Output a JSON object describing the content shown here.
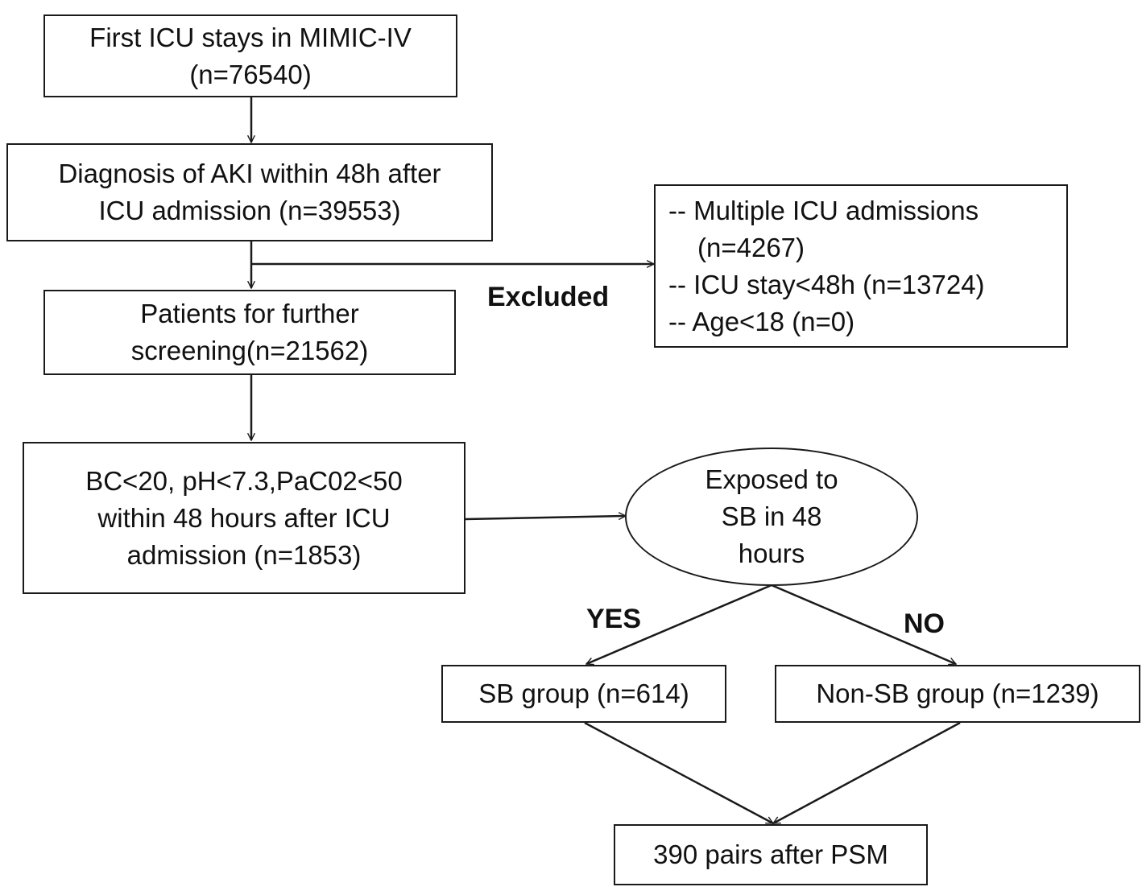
{
  "nodes": {
    "first_icu": {
      "lines": [
        "First ICU stays in MIMIC-IV",
        "(n=76540)"
      ]
    },
    "aki": {
      "lines": [
        "Diagnosis of AKI within 48h after",
        "ICU admission (n=39553)"
      ]
    },
    "excluded": {
      "lines": [
        "-- Multiple ICU admissions",
        "(n=4267)",
        "-- ICU stay<48h (n=13724)",
        "-- Age<18 (n=0)"
      ]
    },
    "screening": {
      "lines": [
        "Patients for further",
        "screening(n=21562)"
      ]
    },
    "criteria": {
      "lines": [
        "BC<20, pH<7.3,PaC02<50",
        "within 48 hours after ICU",
        "admission (n=1853)"
      ]
    },
    "exposed": {
      "lines": [
        "Exposed to",
        "SB in 48",
        "hours"
      ]
    },
    "sb_group": {
      "lines": [
        "SB group (n=614)"
      ]
    },
    "non_sb_group": {
      "lines": [
        "Non-SB group (n=1239)"
      ]
    },
    "psm": {
      "lines": [
        "390 pairs after PSM"
      ]
    }
  },
  "labels": {
    "excluded": "Excluded",
    "yes": "YES",
    "no": "NO"
  },
  "colors": {
    "stroke": "#1a1a1a",
    "background": "#ffffff"
  }
}
